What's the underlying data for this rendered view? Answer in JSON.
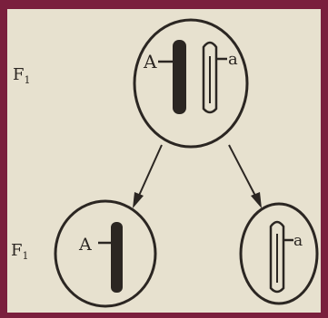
{
  "diagram": {
    "generation_labels": {
      "top": "F",
      "top_subscript": "1",
      "bottom": "F",
      "bottom_subscript": "1"
    },
    "parent_cell": {
      "allele_left": "A",
      "allele_right": "a"
    },
    "daughter_left": {
      "allele": "A"
    },
    "daughter_right": {
      "allele": "a"
    },
    "colors": {
      "frame": "#7a1f3d",
      "paper": "#e7e1cf",
      "ink": "#2b2622"
    }
  }
}
